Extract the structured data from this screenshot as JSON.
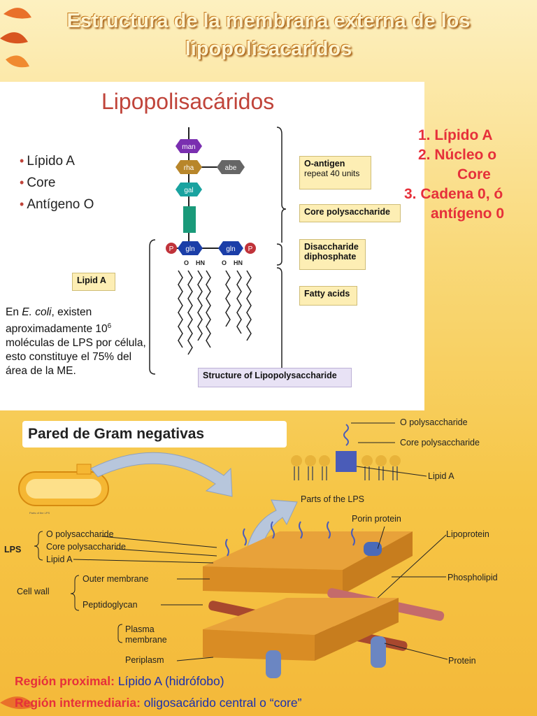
{
  "slide": {
    "title": "Estructura de la membrana externa de los lipopolisacaridos"
  },
  "top_panel": {
    "heading": "Lipopolisacáridos",
    "bullets": [
      "Lípido A",
      "Core",
      "Antígeno O"
    ],
    "note_prefix": "En ",
    "note_italic": "E. coli",
    "note_line1": ", existen",
    "note_line2": "aproximadamente 10",
    "note_sup": "6",
    "note_rest": "moléculas de LPS por célula, esto constituye el 75% del área de la ME.",
    "sugars": [
      "man",
      "rha",
      "abe",
      "gal",
      "gln",
      "gln"
    ],
    "phosphate": "P",
    "atoms": [
      "O",
      "HN",
      "O",
      "HN"
    ],
    "tags": {
      "o_antigen_title": "O-antigen",
      "o_antigen_sub": "repeat 40 units",
      "core": "Core polysaccharide",
      "disaccharide_1": "Disaccharide",
      "disaccharide_2": "diphosphate",
      "fatty": "Fatty acids",
      "lipid_a": "Lipid A",
      "caption": "Structure of Lipopolysaccharide"
    }
  },
  "right_list": [
    "1.  Lípido A",
    "2. Núcleo o",
    "Core",
    "3. Cadena 0, ó",
    "antígeno 0"
  ],
  "gram": {
    "title": "Pared de Gram negativas",
    "parts_caption": "Parts of the LPS",
    "parts_labels": [
      "O polysaccharide",
      "Core polysaccharide",
      "Lipid A"
    ],
    "left_labels": {
      "lps": "LPS",
      "o_poly": "O polysaccharide",
      "core_poly": "Core polysaccharide",
      "lipid_a": "Lipid A",
      "cell_wall": "Cell wall",
      "outer_membrane": "Outer membrane",
      "peptidoglycan": "Peptidoglycan",
      "plasma_1": "Plasma",
      "plasma_2": "membrane",
      "periplasm": "Periplasm"
    },
    "right_labels": {
      "porin": "Porin protein",
      "lipoprotein": "Lipoprotein",
      "phospholipid": "Phospholipid",
      "protein": "Protein"
    }
  },
  "bottom": {
    "line1_key": "Región proximal:",
    "line1_val": "Lípido A (hidrófobo)",
    "line2_key": "Región intermediaria:",
    "line2_val": "oligosacárido central o “core”"
  }
}
